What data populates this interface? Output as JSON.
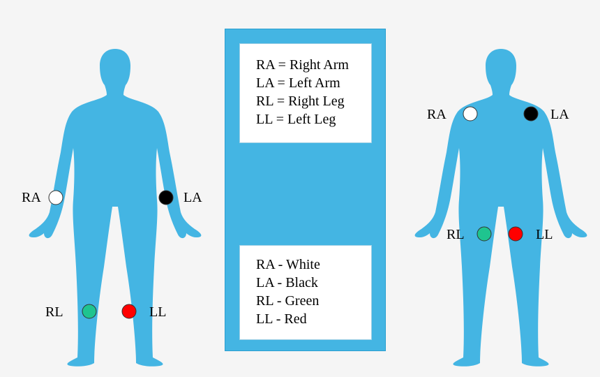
{
  "colors": {
    "background": "#f5f5f5",
    "body": "#44b5e3",
    "panel": "#44b5e3",
    "electrode_white": "#ffffff",
    "electrode_black": "#000000",
    "electrode_green": "#1fc48f",
    "electrode_red": "#ff0000"
  },
  "figure_left": {
    "labels": {
      "ra": "RA",
      "la": "LA",
      "rl": "RL",
      "ll": "LL"
    }
  },
  "figure_right": {
    "labels": {
      "ra": "RA",
      "la": "LA",
      "rl": "RL",
      "ll": "LL"
    }
  },
  "legend_abbreviations": [
    "RA = Right Arm",
    "LA = Left Arm",
    "RL = Right Leg",
    "LL = Left Leg"
  ],
  "legend_colors": [
    "RA - White",
    "LA - Black",
    "RL - Green",
    "LL - Red"
  ]
}
